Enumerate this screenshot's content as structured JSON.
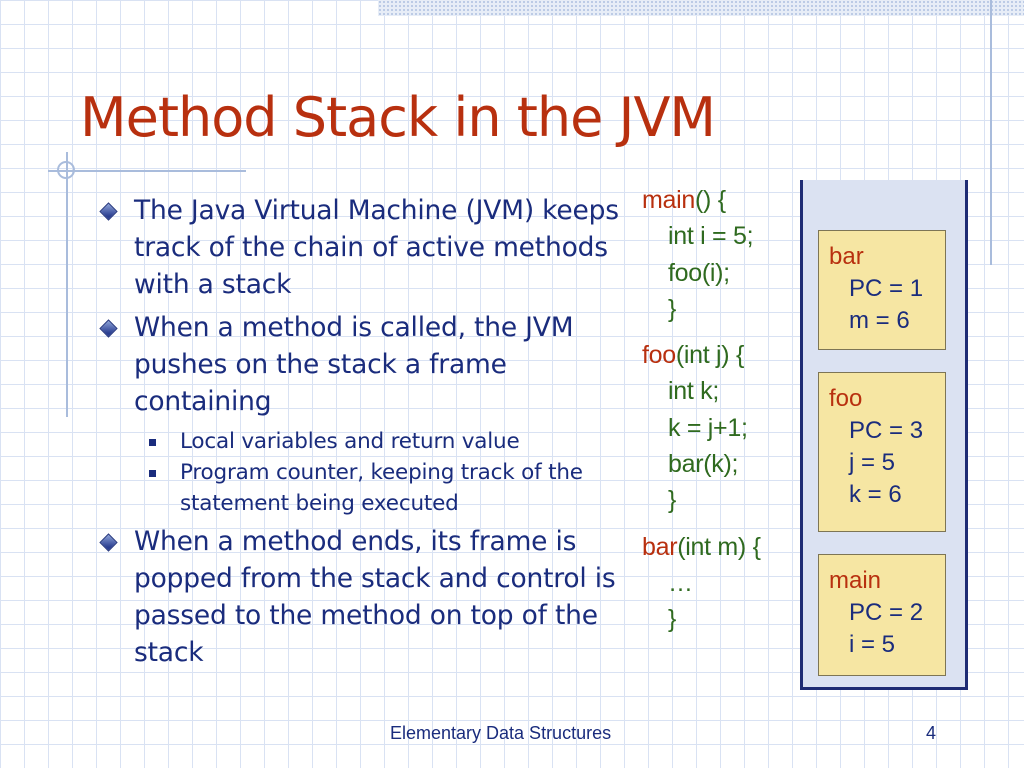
{
  "title": "Method Stack in the JVM",
  "bullets": [
    {
      "text": "The Java Virtual Machine (JVM) keeps track of the chain of active methods with a stack",
      "subbullets": []
    },
    {
      "text": "When a method is called, the JVM pushes on the stack a frame containing",
      "subbullets": [
        "Local variables and return value",
        "Program counter, keeping track of the statement being executed"
      ]
    },
    {
      "text": "When a method ends, its frame is popped from the stack and control is passed to the method on top of the stack",
      "subbullets": []
    }
  ],
  "code": {
    "main": {
      "name": "main",
      "sig": "() {",
      "body": [
        "int i = 5;",
        "foo(i);"
      ],
      "close": "}"
    },
    "foo": {
      "name": "foo",
      "sig": "(int j) {",
      "body": [
        "int k;",
        "k = j+1;",
        "bar(k);"
      ],
      "close": "}"
    },
    "bar": {
      "name": "bar",
      "sig": "(int m) {",
      "body": [
        "…"
      ],
      "close": "}"
    }
  },
  "stack_frames": [
    {
      "name": "bar",
      "vars": [
        "PC = 1",
        "m = 6"
      ]
    },
    {
      "name": "foo",
      "vars": [
        "PC = 3",
        "j = 5",
        "k = 6"
      ]
    },
    {
      "name": "main",
      "vars": [
        "PC = 2",
        "i = 5"
      ]
    }
  ],
  "footer": {
    "title": "Elementary Data Structures",
    "page": "4"
  },
  "colors": {
    "title": "#b8300f",
    "text": "#1a2c7d",
    "code": "#2f6a1f",
    "frame_fill": "#f6e6a3",
    "stack_fill": "#dbe2f2",
    "stack_border": "#1f2c74"
  }
}
